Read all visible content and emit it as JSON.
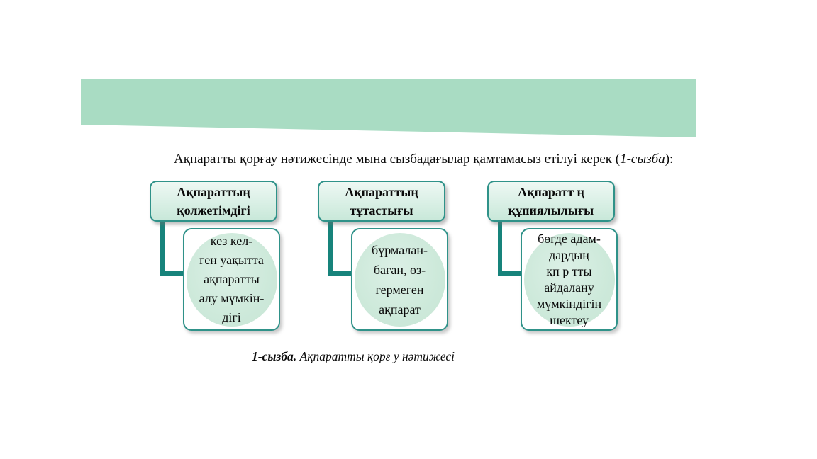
{
  "banner": {
    "color": "#a9dcc3"
  },
  "intro": {
    "text_before": "Ақпаратты қорғау нәтижесінде мына сызбадағылар қамтамасыз етілуі керек (",
    "reference": "1-сызба",
    "text_after": "):"
  },
  "diagram": {
    "columns": [
      {
        "header_lines": [
          "Ақпараттың",
          "қолжетімдігі"
        ],
        "body_lines": [
          "кез кел-",
          "ген уақытта",
          "ақпаратты",
          "алу мүмкін-",
          "дігі"
        ]
      },
      {
        "header_lines": [
          "Ақпараттың",
          "тұтастығы"
        ],
        "body_lines": [
          "бұрмалан-",
          "баған, өз-",
          "гермеген",
          "ақпарат"
        ]
      },
      {
        "header_lines": [
          "Ақпаратт ң",
          "құпиялылығы"
        ],
        "body_lines": [
          "бөгде адам-",
          "дардың",
          "қп р тты",
          "айдалану",
          "мүмкіндігін",
          "шектеу"
        ]
      }
    ]
  },
  "caption": {
    "label": "1-сызба.",
    "text": " Ақпаратты қорғ у нәтижесі"
  },
  "colors": {
    "banner_green": "#a9dcc3",
    "box_border_teal": "#2f9289",
    "connector_teal": "#17837b",
    "header_fill_top": "#eef8f3",
    "header_fill_bottom": "#c8e8d9",
    "circle_fill": "#cde9da",
    "text": "#0a0a0a"
  }
}
